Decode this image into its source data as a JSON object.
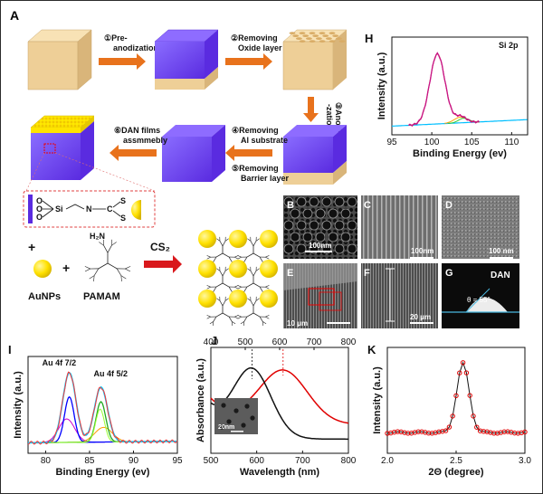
{
  "panels": {
    "A": {
      "label": "A",
      "steps": [
        {
          "num": "①",
          "text": "Pre-\nanodization"
        },
        {
          "num": "②",
          "text": "Removing\nOxide layer"
        },
        {
          "num": "③",
          "text": "Anodi\n-zation"
        },
        {
          "num": "④",
          "text": "Removing\nAl substrate"
        },
        {
          "num": "⑤",
          "text": "Removing\nBarrier layer"
        },
        {
          "num": "⑥",
          "text": "DAN films\nassmmebly"
        }
      ],
      "chem": {
        "O1": "O",
        "O2": "O",
        "O3": "O",
        "Si": "Si",
        "N": "N",
        "C": "C",
        "S1": "S",
        "S2": "S",
        "H2N": "H₂N"
      },
      "plus1": "+",
      "plus2": "+",
      "aunps": "AuNPs",
      "pamam": "PAMAM",
      "cs2": "CS₂"
    },
    "B": {
      "label": "B",
      "scale": "100nm"
    },
    "C": {
      "label": "C",
      "scale": "100nm"
    },
    "D": {
      "label": "D",
      "scale": "100 nm"
    },
    "E": {
      "label": "E",
      "scale": "10 μm"
    },
    "F": {
      "label": "F",
      "scale": "20 μm"
    },
    "G": {
      "label": "G",
      "title": "DAN",
      "angle": "θ = 55°"
    }
  },
  "chart_data": [
    {
      "panel": "H",
      "type": "line",
      "annotation": "Si 2p",
      "xlabel": "Binding Energy (ev)",
      "ylabel": "Intensity (a.u.)",
      "xlim": [
        95,
        112
      ],
      "xticks": [
        95,
        100,
        105,
        110
      ],
      "peak_center": 100.7,
      "series": [
        {
          "color": "#c71585"
        },
        {
          "color": "#dc143c"
        },
        {
          "color": "#ffa500"
        },
        {
          "color": "#32cd32"
        },
        {
          "color": "#00bfff"
        }
      ]
    },
    {
      "panel": "I",
      "type": "line",
      "annotations": [
        "Au 4f 7/2",
        "Au 4f 5/2"
      ],
      "xlabel": "Binding Energy (ev)",
      "ylabel": "Intensity (a.u.)",
      "xlim": [
        78,
        95
      ],
      "xticks": [
        80,
        85,
        90,
        95
      ],
      "peaks": [
        82.7,
        86.3
      ]
    },
    {
      "panel": "J",
      "type": "line",
      "xlabel": "Wavelength (nm)",
      "ylabel": "Absorbance (a.u.)",
      "xlim_bottom": [
        500,
        800
      ],
      "xticks_bottom": [
        500,
        600,
        700,
        800
      ],
      "xlim_top": [
        400,
        800
      ],
      "xticks_top": [
        400,
        500,
        600,
        700,
        800
      ],
      "inset_scale": "20nm",
      "series": [
        {
          "color": "#111111",
          "peak_top": 520
        },
        {
          "color": "#e00000",
          "peak_top": 610
        }
      ]
    },
    {
      "panel": "K",
      "type": "scatter",
      "xlabel": "2Θ (degree)",
      "ylabel": "Intensity (a.u.)",
      "xlim": [
        2.0,
        3.0
      ],
      "xticks": [
        "2.0",
        "2.5",
        "3.0"
      ],
      "peak_x": 2.55,
      "color": "#e00000"
    }
  ]
}
